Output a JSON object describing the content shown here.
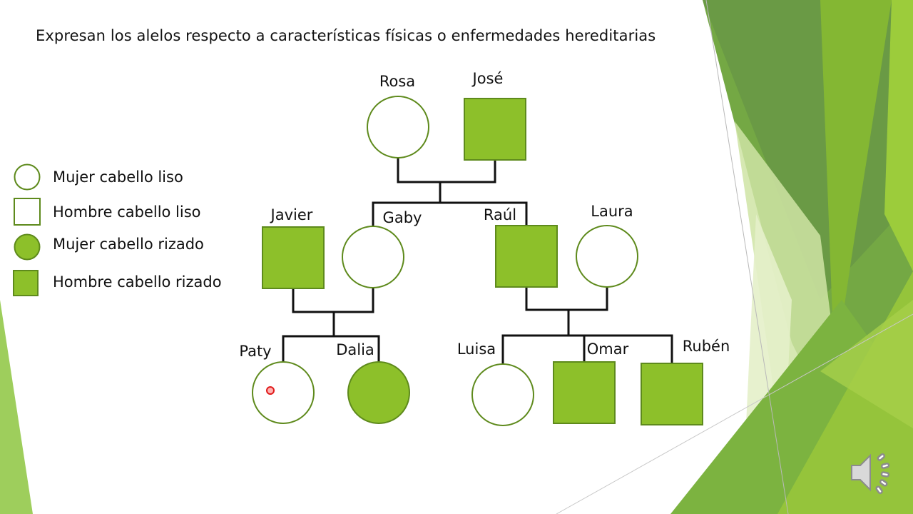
{
  "slide": {
    "title": "Expresan los alelos respecto a características físicas o enfermedades hereditarias"
  },
  "legend": [
    {
      "symbol": "circle-empty",
      "label": "Mujer cabello liso"
    },
    {
      "symbol": "square-empty",
      "label": "Hombre cabello liso"
    },
    {
      "symbol": "circle-filled",
      "label": "Mujer cabello rizado"
    },
    {
      "symbol": "square-filled",
      "label": "Hombre cabello rizado"
    }
  ],
  "pedigree": {
    "people": [
      {
        "id": "rosa",
        "name": "Rosa",
        "sex": "female",
        "curly_hair": false,
        "generation": 1
      },
      {
        "id": "jose",
        "name": "José",
        "sex": "male",
        "curly_hair": true,
        "generation": 1
      },
      {
        "id": "javier",
        "name": "Javier",
        "sex": "male",
        "curly_hair": true,
        "generation": 2
      },
      {
        "id": "gaby",
        "name": "Gaby",
        "sex": "female",
        "curly_hair": false,
        "generation": 2
      },
      {
        "id": "raul",
        "name": "Raúl",
        "sex": "male",
        "curly_hair": true,
        "generation": 2
      },
      {
        "id": "laura",
        "name": "Laura",
        "sex": "female",
        "curly_hair": false,
        "generation": 2
      },
      {
        "id": "paty",
        "name": "Paty",
        "sex": "female",
        "curly_hair": false,
        "generation": 3
      },
      {
        "id": "dalia",
        "name": "Dalia",
        "sex": "female",
        "curly_hair": true,
        "generation": 3
      },
      {
        "id": "luisa",
        "name": "Luisa",
        "sex": "female",
        "curly_hair": false,
        "generation": 3
      },
      {
        "id": "omar",
        "name": "Omar",
        "sex": "male",
        "curly_hair": true,
        "generation": 3
      },
      {
        "id": "ruben",
        "name": "Rubén",
        "sex": "male",
        "curly_hair": true,
        "generation": 3
      }
    ],
    "unions": [
      {
        "partners": [
          "rosa",
          "jose"
        ],
        "children": [
          "gaby",
          "raul"
        ]
      },
      {
        "partners": [
          "javier",
          "gaby"
        ],
        "children": [
          "paty",
          "dalia"
        ]
      },
      {
        "partners": [
          "raul",
          "laura"
        ],
        "children": [
          "luisa",
          "omar",
          "ruben"
        ]
      }
    ]
  },
  "colors": {
    "fill": "#8dc02a",
    "outline": "#5e8a1c",
    "line": "#111111",
    "pointer": "#e01a1a"
  },
  "icons": {
    "speaker": "speaker-icon"
  }
}
